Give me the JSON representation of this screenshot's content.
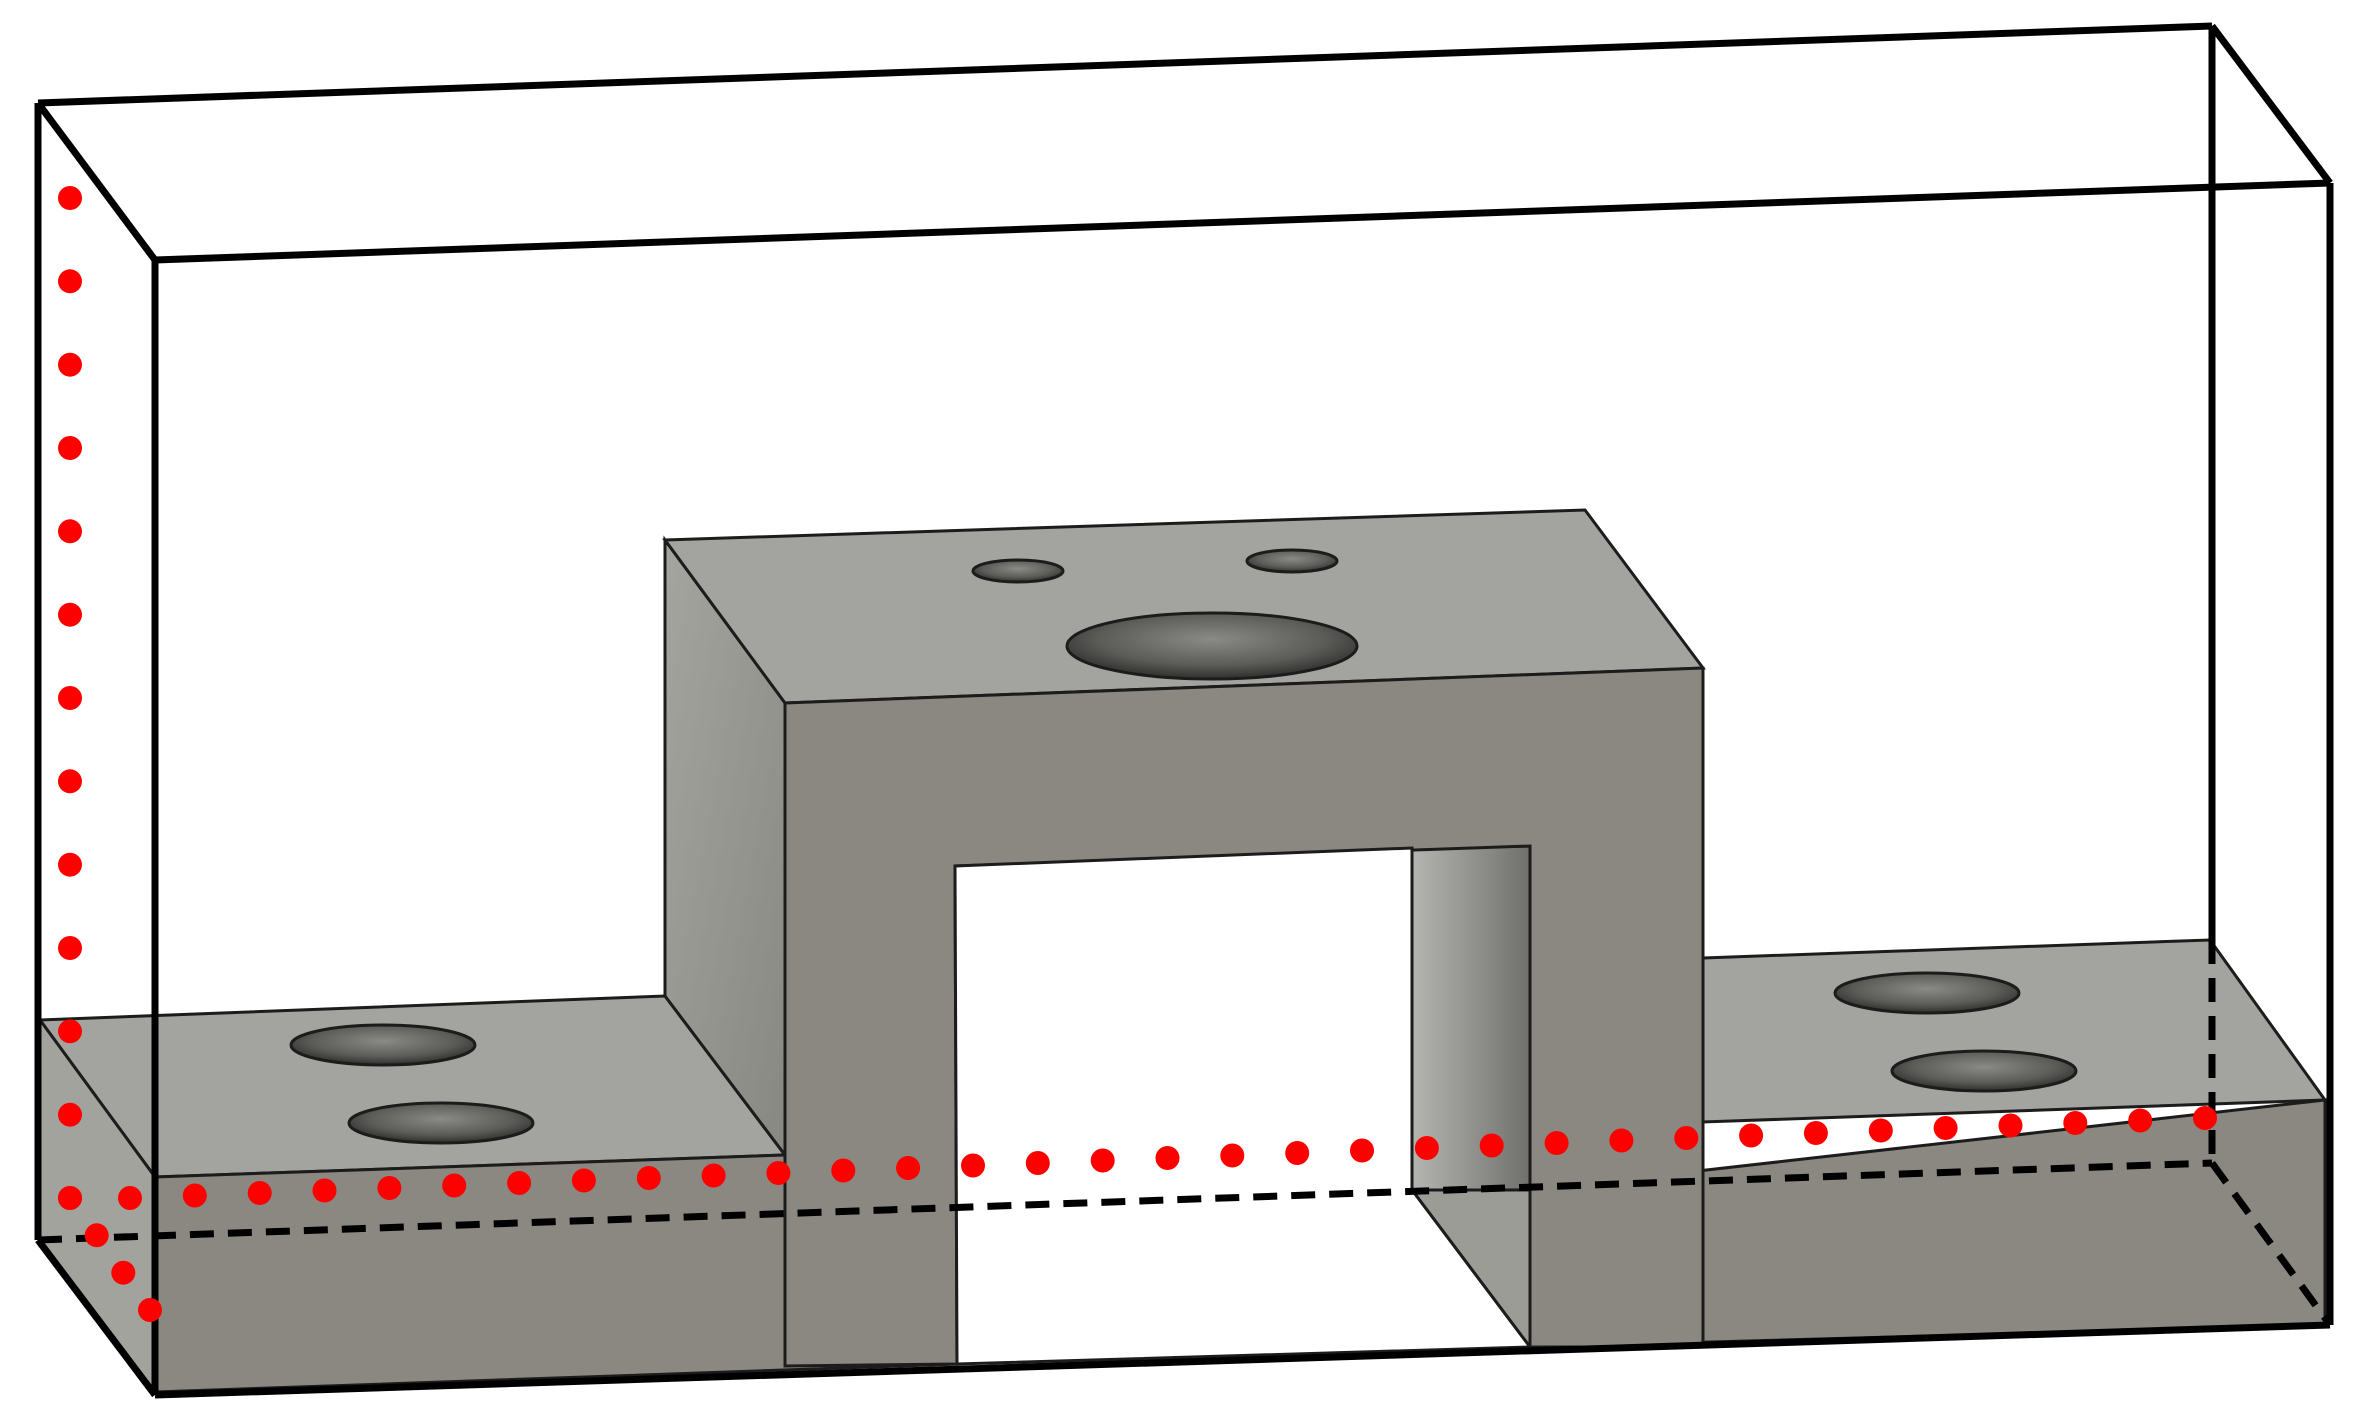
{
  "diagram": {
    "subject": "bracket-part-in-bounding-box",
    "colors": {
      "background": "#ffffff",
      "box_edge": "#000000",
      "part_top": "#a3a49f",
      "part_front": "#8a8880",
      "part_side": "#9d9e98",
      "part_inner": "#a09f9a",
      "part_edge": "#1c1c1c",
      "hole": "#585856",
      "marker": "#ff0000"
    },
    "hidden_edges_style": "dashed",
    "marker_style": "dotted",
    "holes_on_top_face": 3,
    "holes_on_left_step": 2,
    "holes_on_right_step": 2
  }
}
